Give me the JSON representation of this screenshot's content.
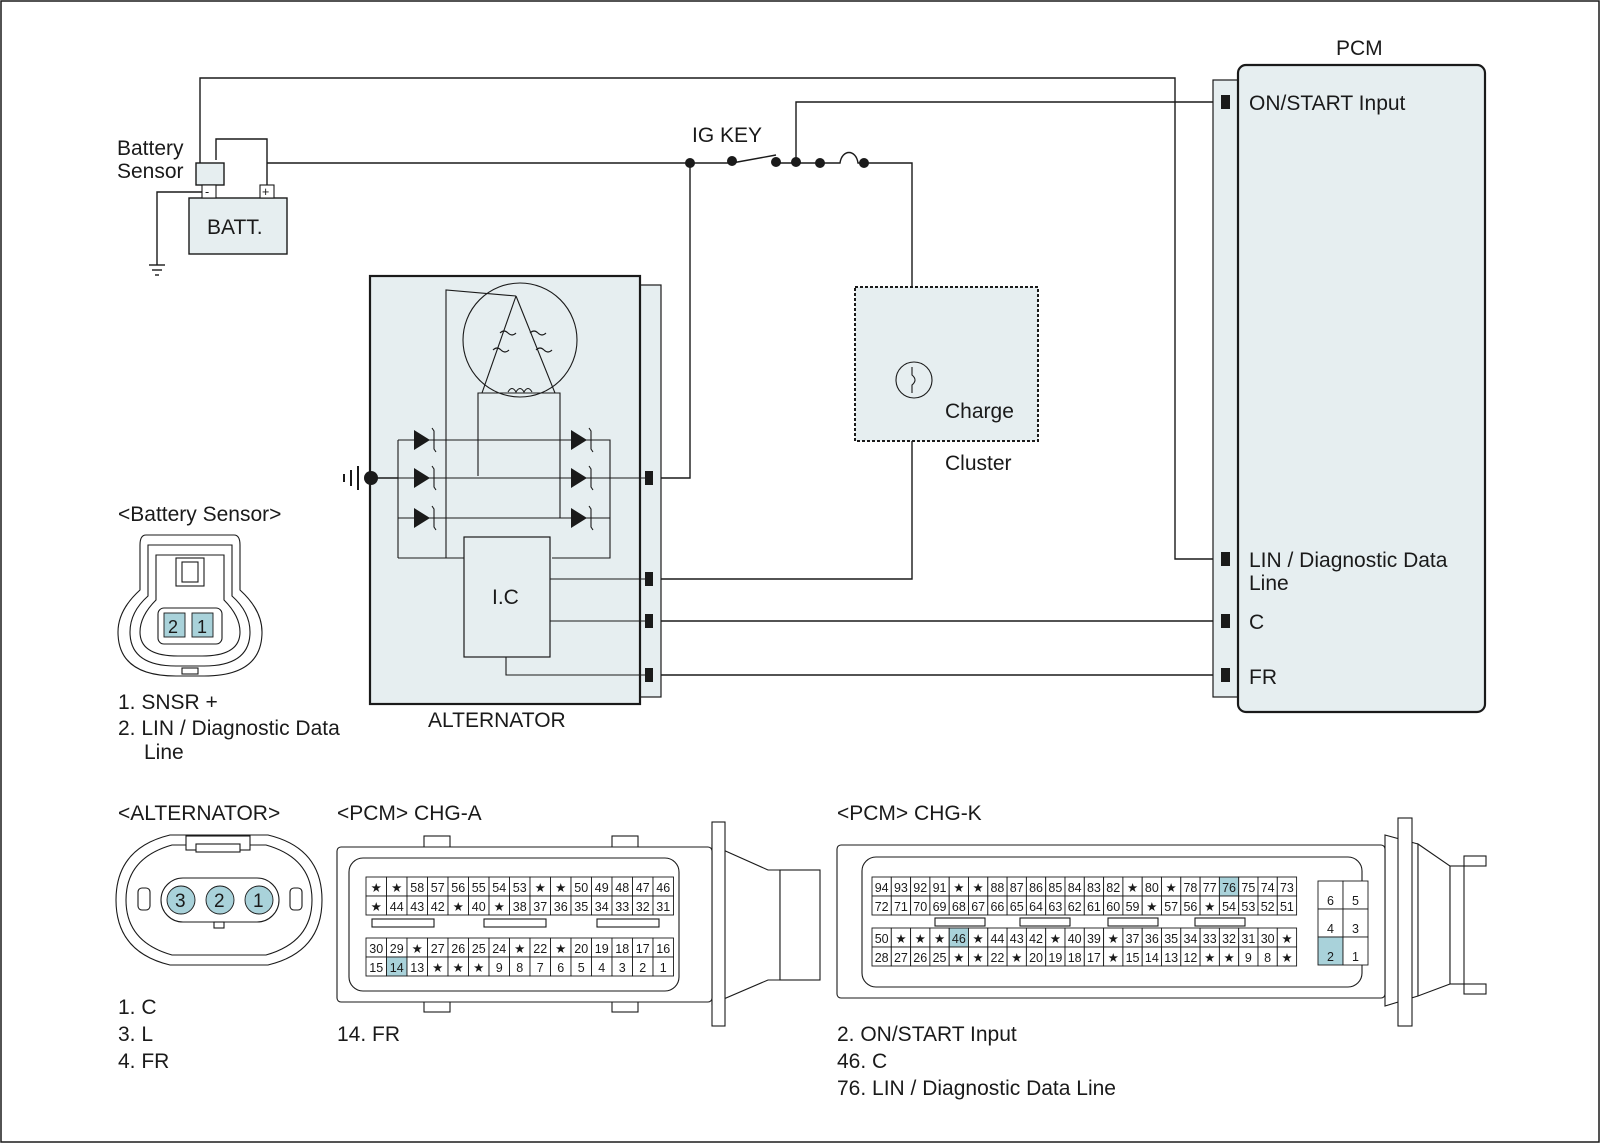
{
  "labels": {
    "pcm": "PCM",
    "battery_sensor_line1": "Battery",
    "battery_sensor_line2": "Sensor",
    "batt": "BATT.",
    "batt_minus": "-",
    "batt_plus": "+",
    "ig_key": "IG KEY",
    "charge": "Charge",
    "cluster": "Cluster",
    "ic": "I.C",
    "alternator": "ALTERNATOR"
  },
  "pcm_pins": {
    "on_start": "ON/START Input",
    "lin_line1": "LIN / Diagnostic Data",
    "lin_line2": "Line",
    "c": "C",
    "fr": "FR"
  },
  "battery_sensor_connector": {
    "title": "<Battery Sensor>",
    "pins": [
      "2",
      "1"
    ],
    "legend": [
      "1. SNSR +",
      "2. LIN / Diagnostic Data",
      "Line"
    ]
  },
  "alternator_connector": {
    "title": "<ALTERNATOR>",
    "pins": [
      "3",
      "2",
      "1"
    ],
    "legend": [
      "1. C",
      "3. L",
      "4. FR"
    ]
  },
  "pcm_chg_a": {
    "title": "<PCM> CHG-A",
    "rows": [
      [
        "★",
        "★",
        "58",
        "57",
        "56",
        "55",
        "54",
        "53",
        "★",
        "★",
        "50",
        "49",
        "48",
        "47",
        "46"
      ],
      [
        "★",
        "44",
        "43",
        "42",
        "★",
        "40",
        "★",
        "38",
        "37",
        "36",
        "35",
        "34",
        "33",
        "32",
        "31"
      ],
      [
        "30",
        "29",
        "★",
        "27",
        "26",
        "25",
        "24",
        "★",
        "22",
        "★",
        "20",
        "19",
        "18",
        "17",
        "16"
      ],
      [
        "15",
        "14",
        "13",
        "★",
        "★",
        "★",
        "9",
        "8",
        "7",
        "6",
        "5",
        "4",
        "3",
        "2",
        "1"
      ]
    ],
    "highlight": [
      "14"
    ],
    "legend": [
      "14. FR"
    ]
  },
  "pcm_chg_k": {
    "title": "<PCM> CHG-K",
    "rows": [
      [
        "94",
        "93",
        "92",
        "91",
        "★",
        "★",
        "88",
        "87",
        "86",
        "85",
        "84",
        "83",
        "82",
        "★",
        "80",
        "★",
        "78",
        "77",
        "76",
        "75",
        "74",
        "73"
      ],
      [
        "72",
        "71",
        "70",
        "69",
        "68",
        "67",
        "66",
        "65",
        "64",
        "63",
        "62",
        "61",
        "60",
        "59",
        "★",
        "57",
        "56",
        "★",
        "54",
        "53",
        "52",
        "51"
      ],
      [
        "50",
        "★",
        "★",
        "★",
        "46",
        "★",
        "44",
        "43",
        "42",
        "★",
        "40",
        "39",
        "★",
        "37",
        "36",
        "35",
        "34",
        "33",
        "32",
        "31",
        "30",
        "★"
      ],
      [
        "28",
        "27",
        "26",
        "25",
        "★",
        "★",
        "22",
        "★",
        "20",
        "19",
        "18",
        "17",
        "★",
        "15",
        "14",
        "13",
        "12",
        "★",
        "★",
        "9",
        "8",
        "★"
      ]
    ],
    "side_rows": [
      [
        "6",
        "5"
      ],
      [
        "4",
        "3"
      ],
      [
        "2",
        "1"
      ]
    ],
    "highlight": [
      "76",
      "46",
      "2"
    ],
    "legend": [
      "2. ON/START Input",
      "46. C",
      "76. LIN / Diagnostic Data Line"
    ]
  }
}
